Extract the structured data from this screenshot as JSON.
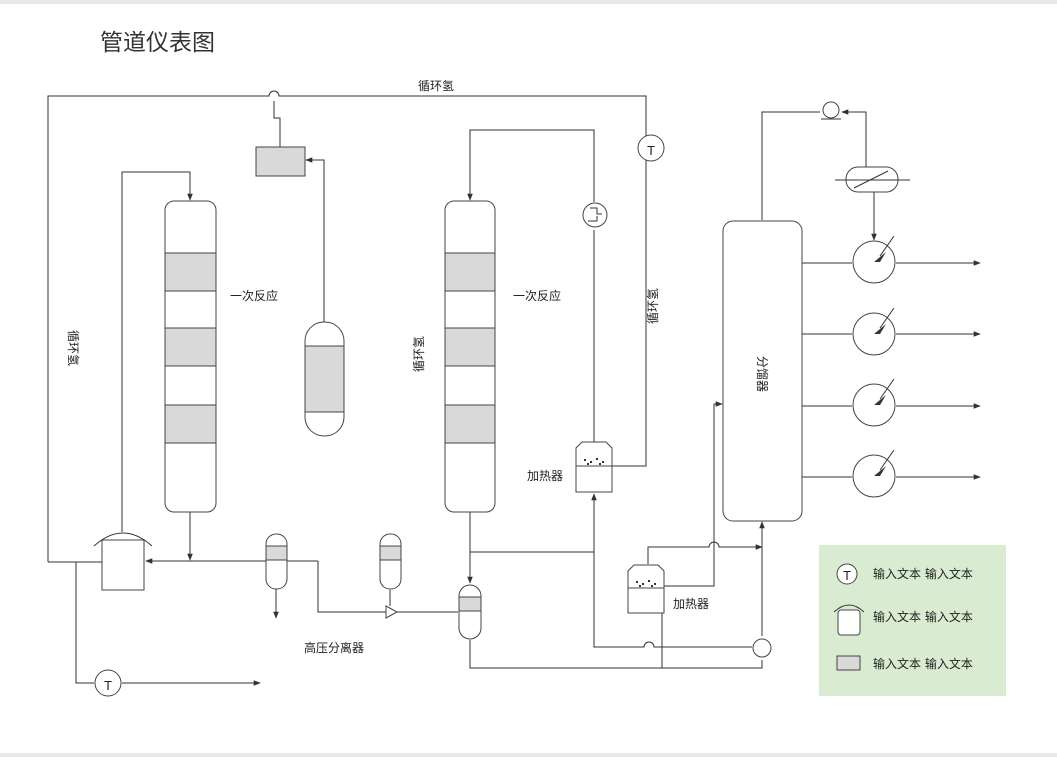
{
  "diagram": {
    "title": "管道仪表图",
    "labels": {
      "recycle_top": "循环氢",
      "recycle_left": "循环氢",
      "recycle_mid": "循环氢",
      "recycle_right": "循环氢",
      "reactor1": "一次反应",
      "reactor2": "一次反应",
      "heater1": "加热器",
      "heater2": "加热器",
      "hp_separator": "高压分离器",
      "fractionator": "分馏器"
    },
    "instrument_symbol": "T",
    "legend": {
      "background": "#d9ecd2",
      "items": [
        {
          "icon": "temperature-instrument-icon",
          "text": "输入文本 输入文本"
        },
        {
          "icon": "separator-vessel-icon",
          "text": "输入文本 输入文本"
        },
        {
          "icon": "grey-box-icon",
          "text": "输入文本 输入文本"
        }
      ]
    }
  }
}
